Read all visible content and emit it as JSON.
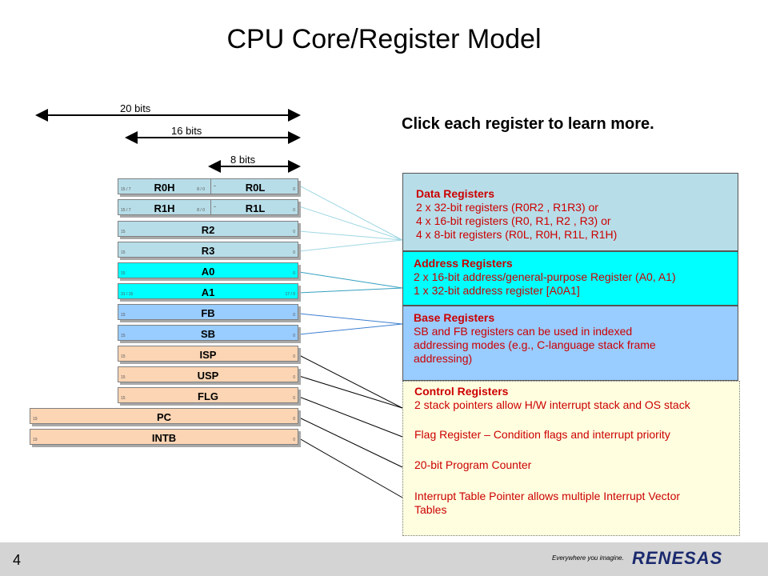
{
  "title": "CPU Core/Register Model",
  "bit_labels": {
    "b20": "20 bits",
    "b16": "16 bits",
    "b8": "8 bits"
  },
  "hint": "Click each register to learn more.",
  "registers": {
    "r0h": "R0H",
    "r0l": "R0L",
    "r1h": "R1H",
    "r1l": "R1L",
    "r2": "R2",
    "r3": "R3",
    "a0": "A0",
    "a1": "A1",
    "fb": "FB",
    "sb": "SB",
    "isp": "ISP",
    "usp": "USP",
    "flg": "FLG",
    "pc": "PC",
    "intb": "INTB"
  },
  "bit_tags": {
    "b15_7": "15 / 7",
    "b8_0": "8 / 0",
    "dash": "-",
    "b0": "0",
    "b15": "15",
    "b31_15": "31 / 15",
    "b17_0": "17 / 0",
    "b19": "19"
  },
  "descriptions": {
    "data": {
      "header": "Data Registers",
      "lines": [
        "2 x 32-bit registers (R0R2 , R1R3) or",
        "4 x 16-bit registers (R0, R1, R2 , R3) or",
        "4 x 8-bit registers (R0L, R0H, R1L, R1H)"
      ]
    },
    "address": {
      "header": "Address Registers",
      "lines": [
        "2 x 16-bit address/general-purpose Register (A0, A1)",
        "1 x 32-bit address register [A0A1]"
      ]
    },
    "base": {
      "header": "Base Registers",
      "lines": [
        "SB and FB registers can be used in indexed",
        "addressing modes (e.g., C-language stack frame",
        "addressing)"
      ]
    },
    "control": {
      "header": "Control Registers",
      "stack": "2 stack pointers allow H/W interrupt stack and OS stack",
      "flag": "Flag Register – Condition flags and interrupt priority",
      "pc": "20-bit Program Counter",
      "intb1": "Interrupt Table Pointer allows multiple Interrupt Vector",
      "intb2": "Tables"
    }
  },
  "footer": {
    "page": "4",
    "tagline": "Everywhere you imagine.",
    "logo": "RENESAS"
  },
  "colors": {
    "data": "#b7dde8",
    "address": "#00ffff",
    "base": "#99ccff",
    "control": "#fcd5b4",
    "control_box": "#ffffe0",
    "desc_text": "#cc0000"
  }
}
